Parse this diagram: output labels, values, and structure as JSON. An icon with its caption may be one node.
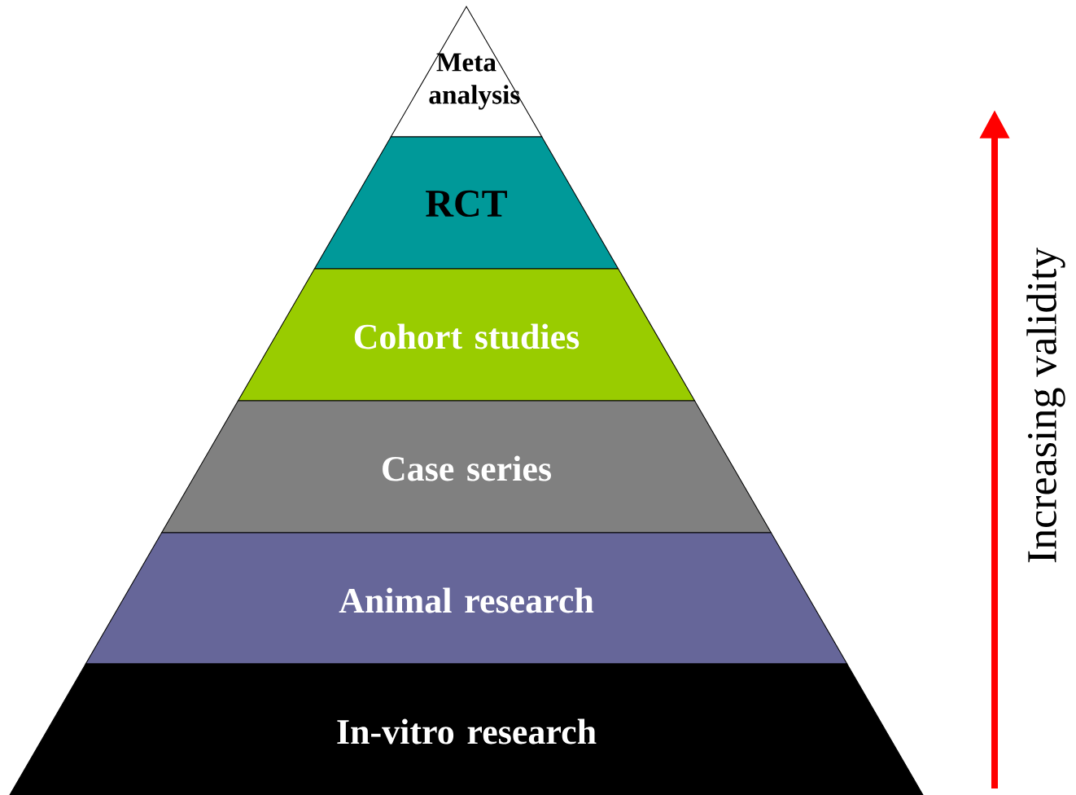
{
  "diagram": {
    "nodes": [
      {
        "text": [
          "Meta analysis"
        ]
      },
      {
        "text": [
          "RCT"
        ]
      },
      {
        "text": [
          "Cohort studies"
        ]
      },
      {
        "text": [
          "Case series"
        ]
      },
      {
        "text": [
          "Animal research"
        ]
      },
      {
        "text": [
          "In-vitro research"
        ]
      }
    ],
    "labels": [
      "Increasing validity"
    ]
  }
}
